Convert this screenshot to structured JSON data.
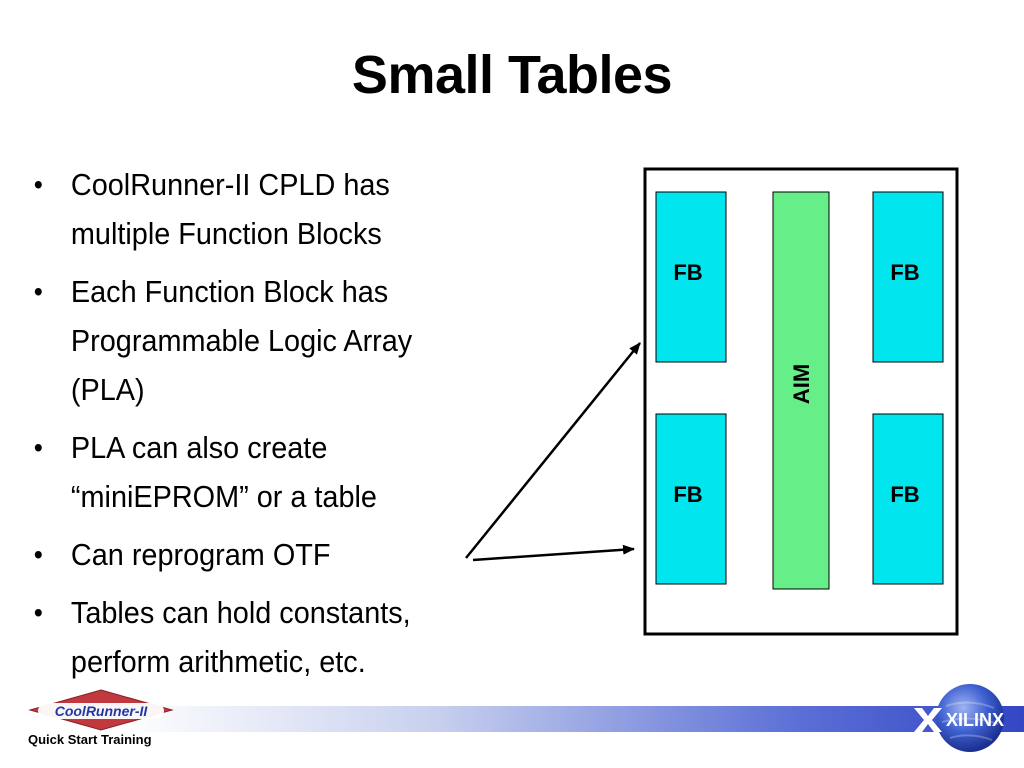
{
  "slide": {
    "title": "Small Tables"
  },
  "bullets": [
    {
      "text": "CoolRunner-II CPLD has multiple Function Blocks"
    },
    {
      "text": "Each Function Block has Programmable Logic Array (PLA)"
    },
    {
      "text": "PLA can also create “miniEPROM” or a table"
    },
    {
      "text": "Can reprogram OTF"
    },
    {
      "text": "Tables can hold constants, perform arithmetic, etc."
    }
  ],
  "diagram": {
    "blocks": {
      "fb_top_left": "FB",
      "fb_top_right": "FB",
      "fb_bottom_left": "FB",
      "fb_bottom_right": "FB",
      "aim": "AIM"
    },
    "colors": {
      "fb_fill": "#00e5ee",
      "aim_fill": "#66ee88",
      "outline": "#000000"
    }
  },
  "footer": {
    "left_logo_text": "CoolRunner-II",
    "left_label": "Quick Start Training",
    "right_logo_text": "XILINX",
    "colors": {
      "bar_start": "#ffffff",
      "bar_end": "#3446c4",
      "logo_red": "#b0303a",
      "globe_blue": "#2a4fc0"
    }
  }
}
